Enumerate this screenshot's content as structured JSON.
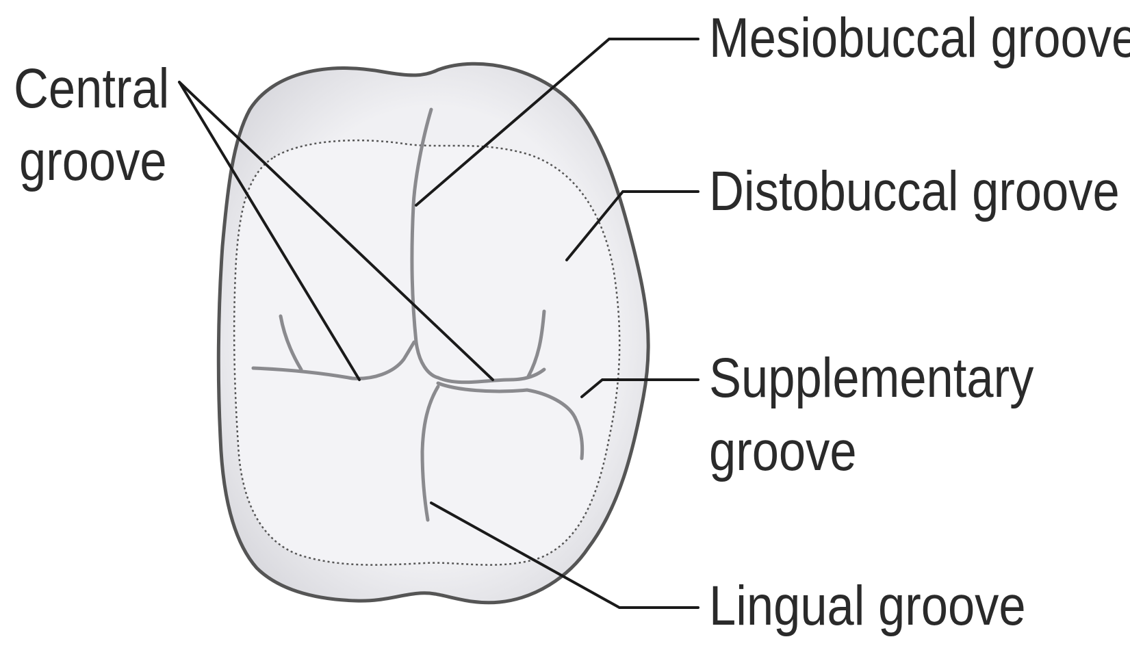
{
  "labels": {
    "central_line1": "Central",
    "central_line2": "groove",
    "mesiobuccal": "Mesiobuccal groove",
    "distobuccal": "Distobuccal groove",
    "supplementary_line1": "Supplementary",
    "supplementary_line2": "groove",
    "lingual": "Lingual groove"
  },
  "colors": {
    "outline": "#555555",
    "crown_fill": "#eaeaed",
    "occlusal_fill": "#f3f3f6",
    "groove": "#8a8a8e",
    "leader": "#1a1a1a",
    "text": "#2a2a2a"
  }
}
